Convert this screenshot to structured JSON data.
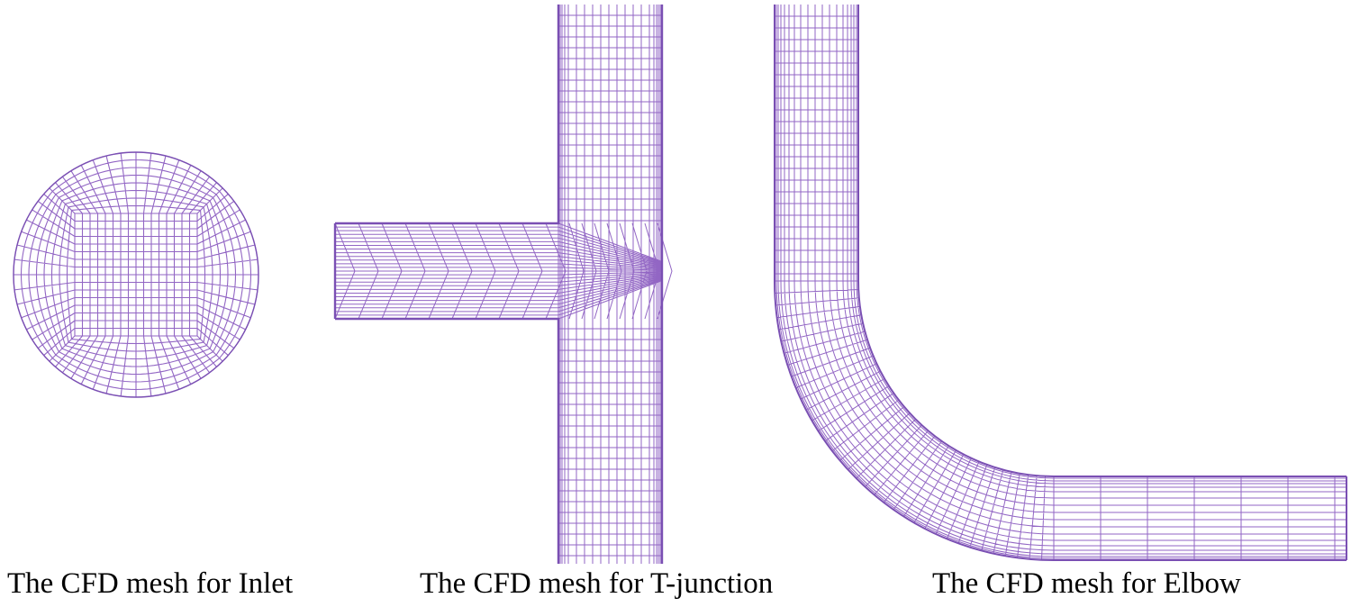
{
  "colors": {
    "mesh": "#9266c4",
    "edge": "#7a4fb3",
    "background": "#ffffff"
  },
  "captions": {
    "inlet": "The CFD mesh for Inlet",
    "tjunction": "The CFD mesh for T-junction",
    "elbow": "The CFD mesh for Elbow"
  }
}
